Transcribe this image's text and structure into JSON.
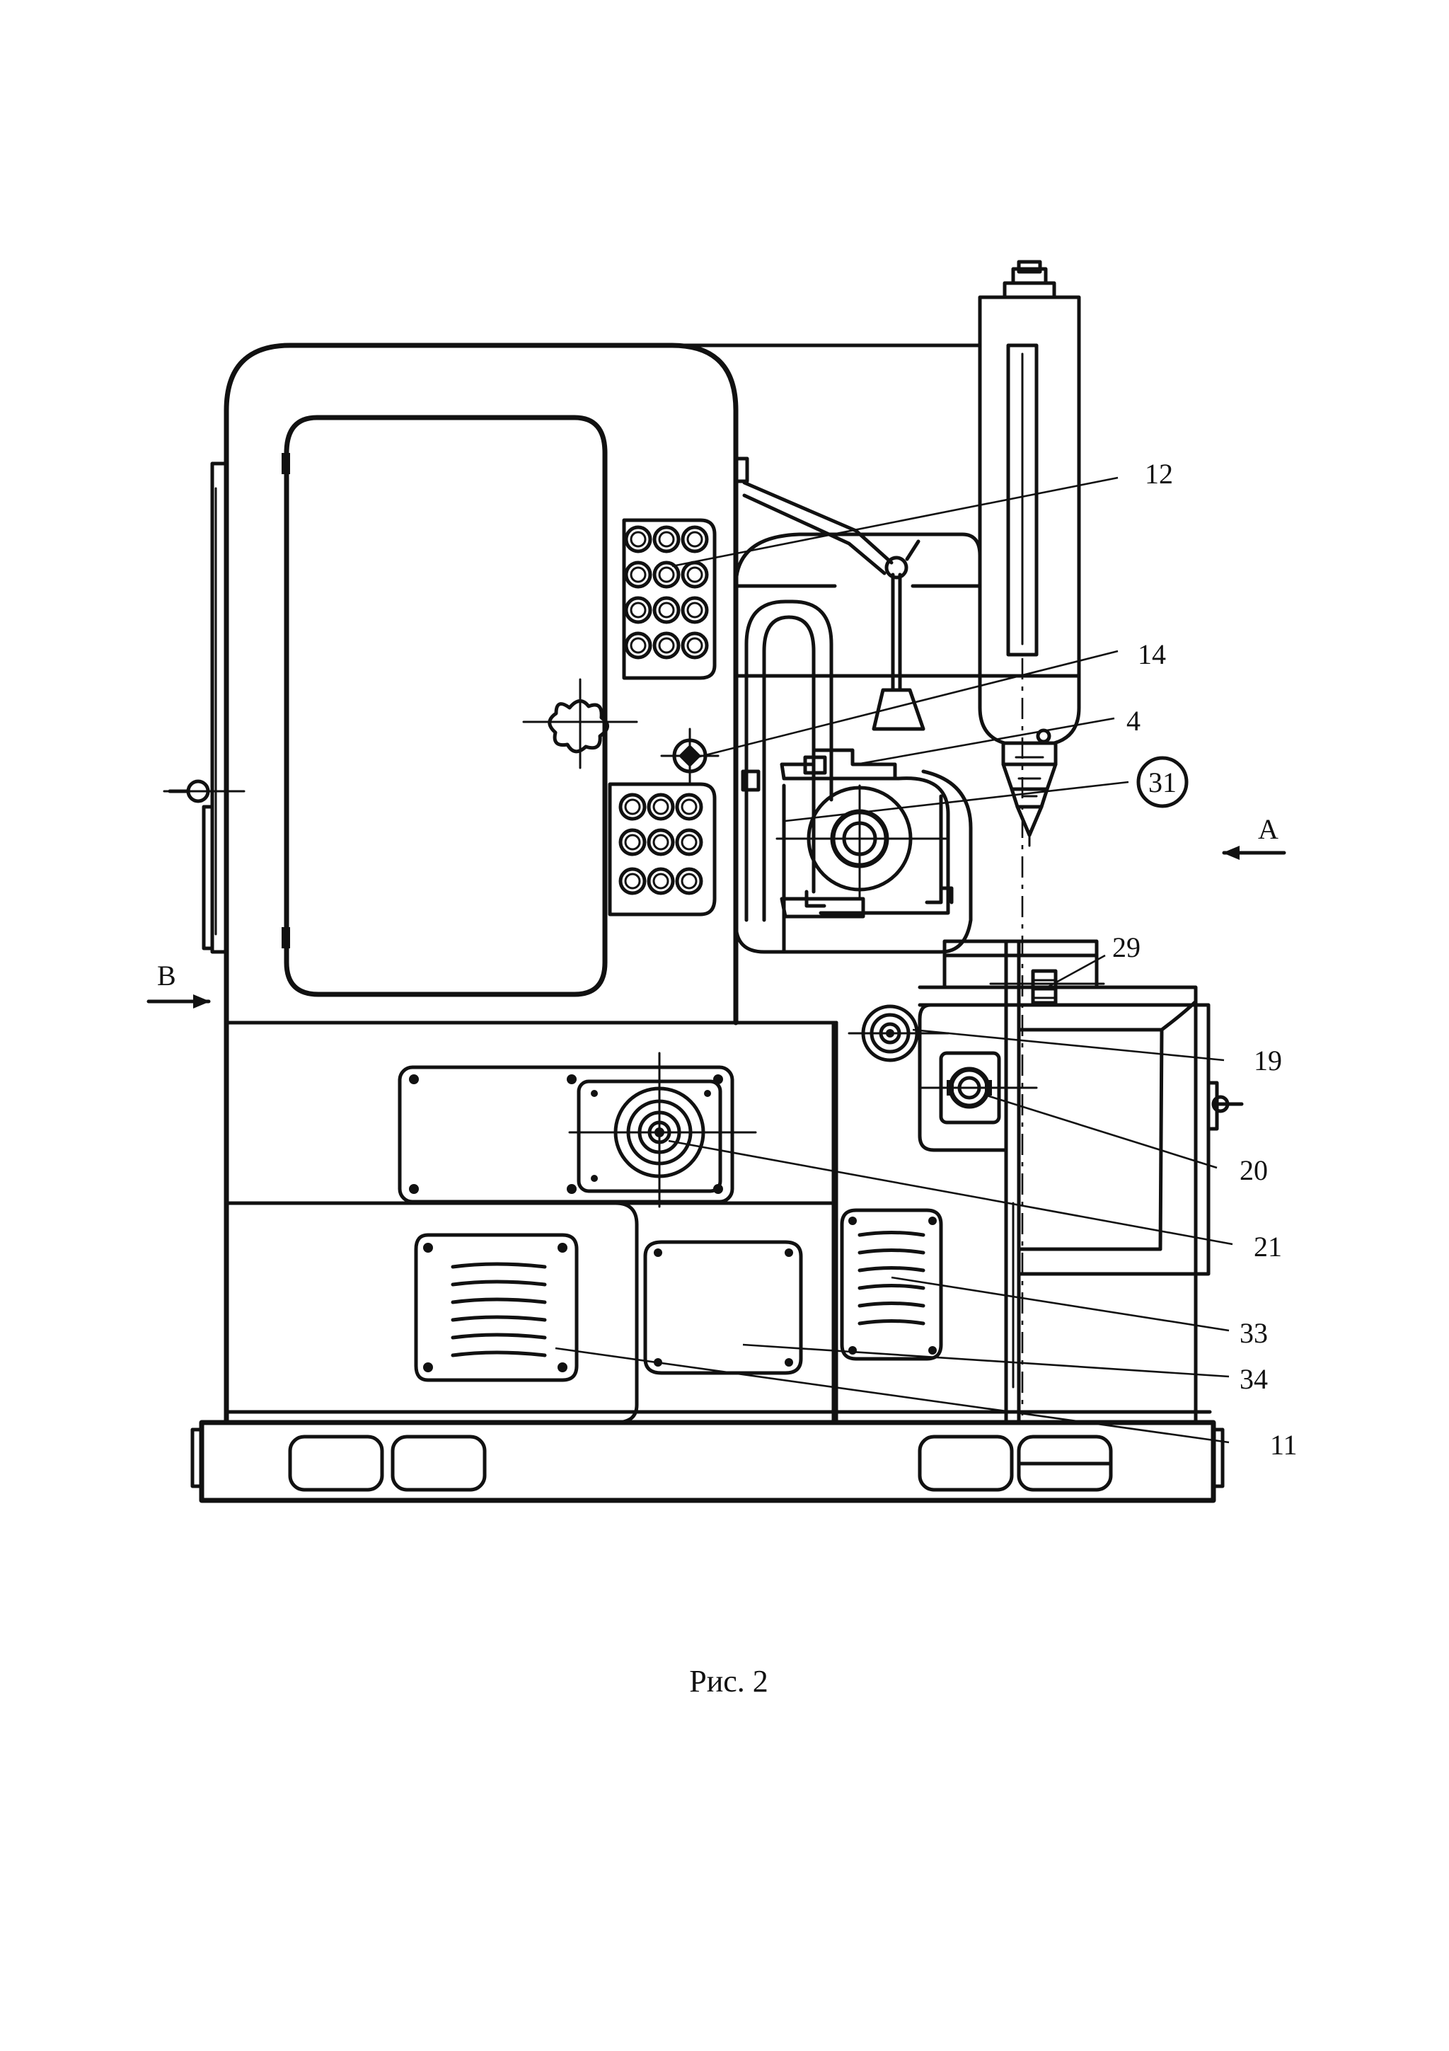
{
  "figure": {
    "caption": "Рис. 2",
    "callouts": [
      "12",
      "14",
      "4",
      "31",
      "29",
      "19",
      "20",
      "21",
      "33",
      "34",
      "11"
    ],
    "view_arrows": [
      "A",
      "B"
    ]
  }
}
